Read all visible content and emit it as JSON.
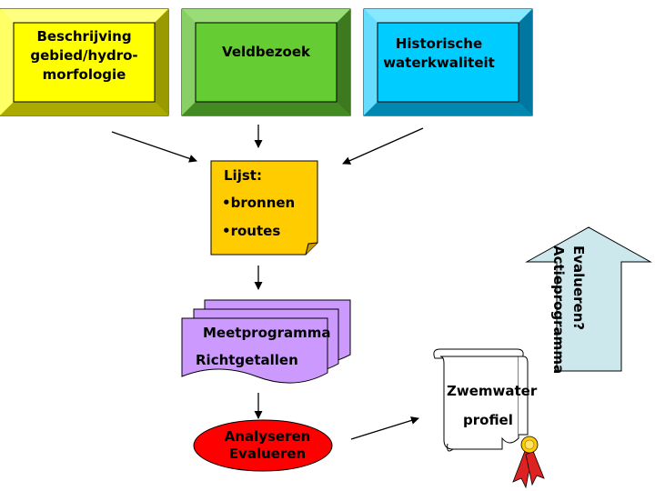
{
  "boxes": {
    "beschrijving": {
      "line1": "Beschrijving",
      "line2": "gebied/hydro-",
      "line3": "morfologie"
    },
    "veldbezoek": {
      "label": "Veldbezoek"
    },
    "historische": {
      "line1": "Historische",
      "line2": "waterkwaliteit"
    }
  },
  "note": {
    "title": "Lijst:",
    "item1": "•bronnen",
    "item2": "•routes"
  },
  "documents": {
    "line1": "Meetprogramma",
    "line2": "Richtgetallen"
  },
  "oval": {
    "line1": "Analyseren",
    "line2": "Evalueren"
  },
  "scroll": {
    "line1": "Zwemwater",
    "line2": "profiel"
  },
  "up_arrow": {
    "line1": "Evalueren?",
    "line2": "Actieprogramma"
  },
  "colors": {
    "yellow": "#ffff00",
    "green": "#66cc33",
    "cyan": "#00ccff",
    "note": "#ffcc00",
    "documents": "#cc99ff",
    "oval": "#ff0000",
    "scroll": "#ffffff",
    "arrow": "#cce8ec"
  }
}
